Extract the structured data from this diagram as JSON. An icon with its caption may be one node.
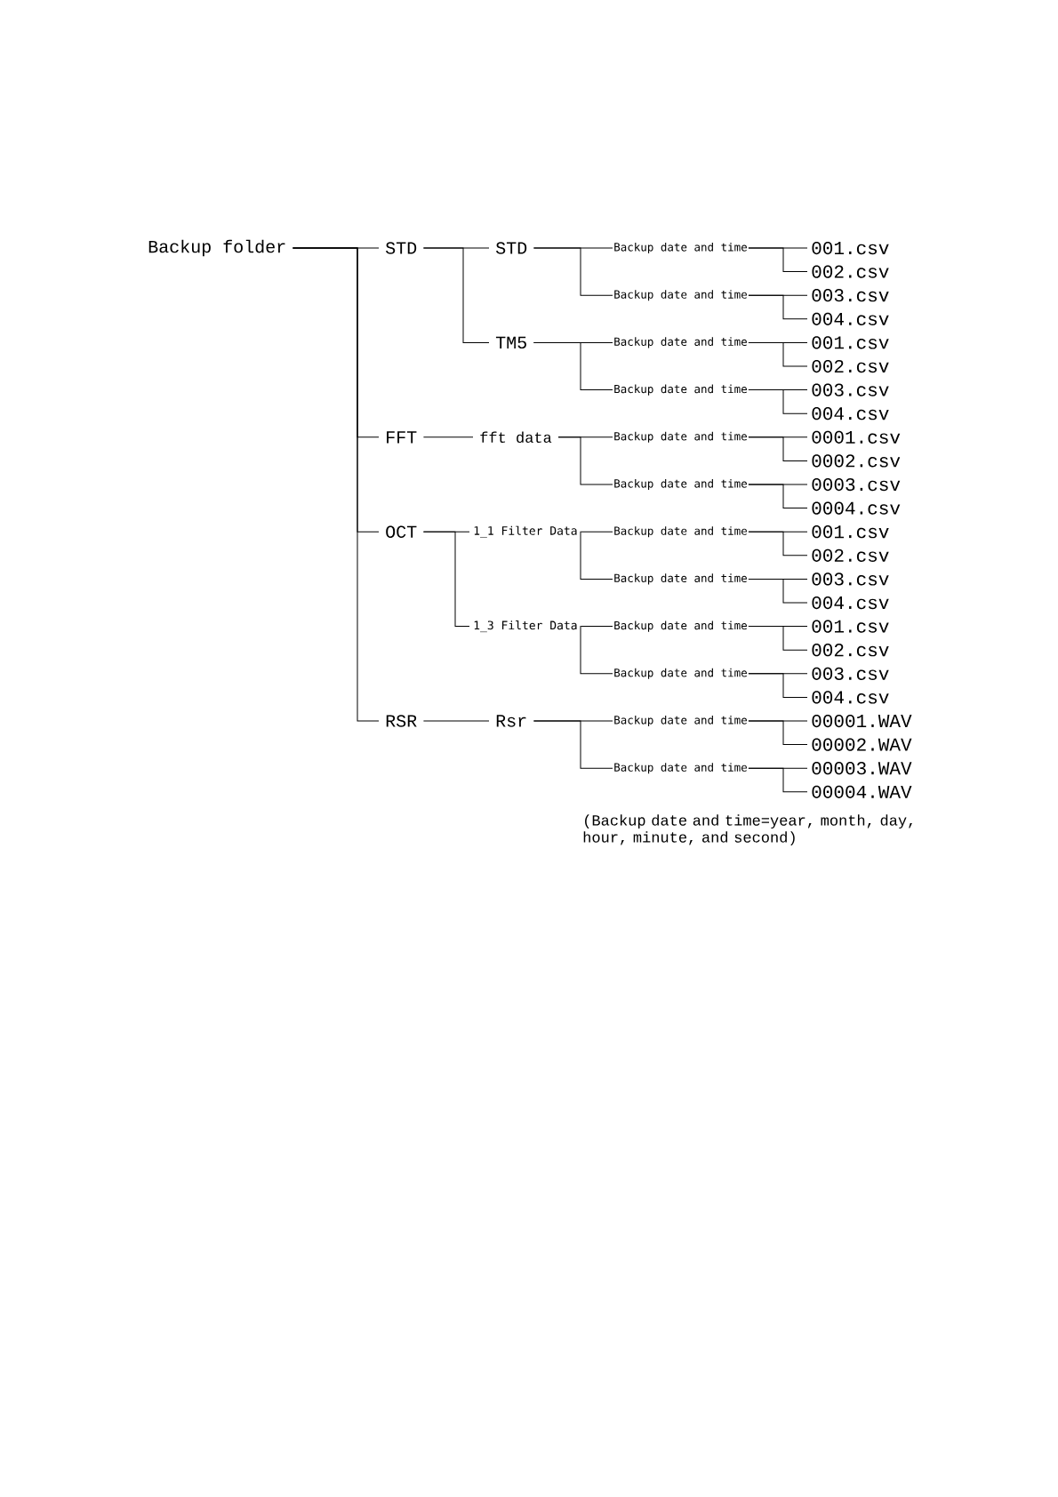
{
  "diagram": {
    "nodes": [
      {
        "text": [
          "Backup folder"
        ]
      },
      {
        "text": [
          "STD"
        ]
      },
      {
        "text": [
          "STD"
        ]
      },
      {
        "text": [
          "TM5"
        ]
      },
      {
        "text": [
          "FFT"
        ]
      },
      {
        "text": [
          "fft data"
        ]
      },
      {
        "text": [
          "OCT"
        ]
      },
      {
        "text": [
          "1_1 Filter Data"
        ]
      },
      {
        "text": [
          "1_3 Filter Data"
        ]
      },
      {
        "text": [
          "RSR"
        ]
      },
      {
        "text": [
          "Rsr"
        ]
      },
      {
        "text": [
          "Backup date and time"
        ]
      },
      {
        "text": [
          "001.csv"
        ]
      },
      {
        "text": [
          "002.csv"
        ]
      },
      {
        "text": [
          "Backup date and time"
        ]
      },
      {
        "text": [
          "003.csv"
        ]
      },
      {
        "text": [
          "004.csv"
        ]
      },
      {
        "text": [
          "Backup date and time"
        ]
      },
      {
        "text": [
          "001.csv"
        ]
      },
      {
        "text": [
          "002.csv"
        ]
      },
      {
        "text": [
          "Backup date and time"
        ]
      },
      {
        "text": [
          "003.csv"
        ]
      },
      {
        "text": [
          "004.csv"
        ]
      },
      {
        "text": [
          "Backup date and time"
        ]
      },
      {
        "text": [
          "0001.csv"
        ]
      },
      {
        "text": [
          "0002.csv"
        ]
      },
      {
        "text": [
          "Backup date and time"
        ]
      },
      {
        "text": [
          "0003.csv"
        ]
      },
      {
        "text": [
          "0004.csv"
        ]
      },
      {
        "text": [
          "Backup date and time"
        ]
      },
      {
        "text": [
          "001.csv"
        ]
      },
      {
        "text": [
          "002.csv"
        ]
      },
      {
        "text": [
          "Backup date and time"
        ]
      },
      {
        "text": [
          "003.csv"
        ]
      },
      {
        "text": [
          "004.csv"
        ]
      },
      {
        "text": [
          "Backup date and time"
        ]
      },
      {
        "text": [
          "001.csv"
        ]
      },
      {
        "text": [
          "002.csv"
        ]
      },
      {
        "text": [
          "Backup date and time"
        ]
      },
      {
        "text": [
          "003.csv"
        ]
      },
      {
        "text": [
          "004.csv"
        ]
      },
      {
        "text": [
          "Backup date and time"
        ]
      },
      {
        "text": [
          "00001.WAV"
        ]
      },
      {
        "text": [
          "00002.WAV"
        ]
      },
      {
        "text": [
          "Backup date and time"
        ]
      },
      {
        "text": [
          "00003.WAV"
        ]
      },
      {
        "text": [
          "00004.WAV"
        ]
      }
    ],
    "edges": [
      {
        "from": 0,
        "to": 1,
        "arrow": "none"
      },
      {
        "from": 0,
        "to": 4,
        "arrow": "none"
      },
      {
        "from": 0,
        "to": 6,
        "arrow": "none"
      },
      {
        "from": 0,
        "to": 9,
        "arrow": "none"
      },
      {
        "from": 1,
        "to": 2,
        "arrow": "none"
      },
      {
        "from": 1,
        "to": 3,
        "arrow": "none"
      },
      {
        "from": 4,
        "to": 5,
        "arrow": "none"
      },
      {
        "from": 6,
        "to": 7,
        "arrow": "none"
      },
      {
        "from": 6,
        "to": 8,
        "arrow": "none"
      },
      {
        "from": 9,
        "to": 10,
        "arrow": "none"
      },
      {
        "from": 2,
        "to": 11,
        "arrow": "none"
      },
      {
        "from": 2,
        "to": 14,
        "arrow": "none"
      },
      {
        "from": 3,
        "to": 17,
        "arrow": "none"
      },
      {
        "from": 3,
        "to": 20,
        "arrow": "none"
      },
      {
        "from": 5,
        "to": 23,
        "arrow": "none"
      },
      {
        "from": 5,
        "to": 26,
        "arrow": "none"
      },
      {
        "from": 7,
        "to": 29,
        "arrow": "none"
      },
      {
        "from": 7,
        "to": 32,
        "arrow": "none"
      },
      {
        "from": 8,
        "to": 35,
        "arrow": "none"
      },
      {
        "from": 8,
        "to": 38,
        "arrow": "none"
      },
      {
        "from": 10,
        "to": 41,
        "arrow": "none"
      },
      {
        "from": 10,
        "to": 44,
        "arrow": "none"
      },
      {
        "from": 11,
        "to": 12,
        "arrow": "none"
      },
      {
        "from": 11,
        "to": 13,
        "arrow": "none"
      },
      {
        "from": 14,
        "to": 15,
        "arrow": "none"
      },
      {
        "from": 14,
        "to": 16,
        "arrow": "none"
      },
      {
        "from": 17,
        "to": 18,
        "arrow": "none"
      },
      {
        "from": 17,
        "to": 19,
        "arrow": "none"
      },
      {
        "from": 20,
        "to": 21,
        "arrow": "none"
      },
      {
        "from": 20,
        "to": 22,
        "arrow": "none"
      },
      {
        "from": 23,
        "to": 24,
        "arrow": "none"
      },
      {
        "from": 23,
        "to": 25,
        "arrow": "none"
      },
      {
        "from": 26,
        "to": 27,
        "arrow": "none"
      },
      {
        "from": 26,
        "to": 28,
        "arrow": "none"
      },
      {
        "from": 29,
        "to": 30,
        "arrow": "none"
      },
      {
        "from": 29,
        "to": 31,
        "arrow": "none"
      },
      {
        "from": 32,
        "to": 33,
        "arrow": "none"
      },
      {
        "from": 32,
        "to": 34,
        "arrow": "none"
      },
      {
        "from": 35,
        "to": 36,
        "arrow": "none"
      },
      {
        "from": 35,
        "to": 37,
        "arrow": "none"
      },
      {
        "from": 38,
        "to": 39,
        "arrow": "none"
      },
      {
        "from": 38,
        "to": 40,
        "arrow": "none"
      },
      {
        "from": 41,
        "to": 42,
        "arrow": "none"
      },
      {
        "from": 41,
        "to": 43,
        "arrow": "none"
      },
      {
        "from": 44,
        "to": 45,
        "arrow": "none"
      },
      {
        "from": 44,
        "to": 46,
        "arrow": "none"
      }
    ],
    "labels": [
      "(Backup date and time=year, month, day, hour, minute, and second)"
    ]
  }
}
